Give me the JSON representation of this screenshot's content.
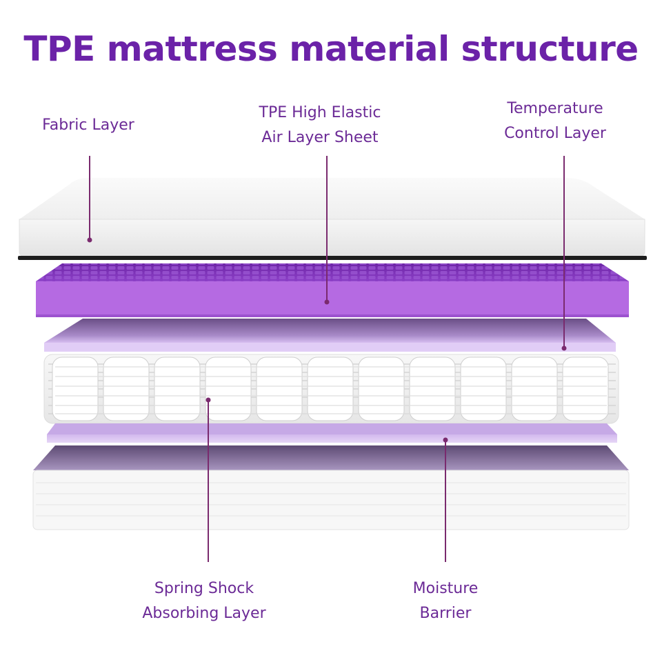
{
  "title": "TPE mattress material structure",
  "colors": {
    "title": "#6b22a8",
    "label": "#6b2a96",
    "leader": "#7a2a6e",
    "tpe_purple": "#a45ad8",
    "tpe_purple_dark": "#7a2fb5",
    "lavender": "#cfb3ec",
    "lavender_dark": "#6c5488",
    "fabric": "#f4f4f4"
  },
  "labels": {
    "fabric": [
      "Fabric Layer"
    ],
    "tpe": [
      "TPE High Elastic",
      "Air Layer Sheet"
    ],
    "temperature": [
      "Temperature",
      "Control Layer"
    ],
    "spring": [
      "Spring Shock",
      "Absorbing Layer"
    ],
    "moisture": [
      "Moisture",
      "Barrier"
    ]
  },
  "icons": {
    "fabric": "fabric-layer-icon",
    "tpe": "tpe-grid-layer-icon",
    "temperature": "temperature-layer-icon",
    "spring": "spring-layer-icon",
    "moisture": "moisture-barrier-icon",
    "base": "base-foam-layer-icon"
  }
}
